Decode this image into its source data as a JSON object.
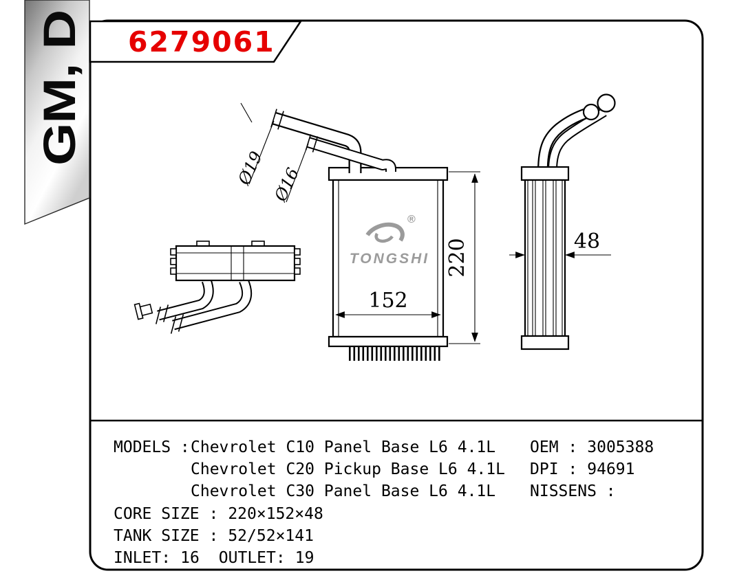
{
  "title_block": {
    "part_number": "6279061",
    "part_number_color": "#e60000"
  },
  "banner": {
    "text": "GM, D"
  },
  "logo": {
    "name": "TONGSHI",
    "registered_mark": "®",
    "color": "#9b9b9b"
  },
  "drawing": {
    "dim_core_width": "152",
    "dim_core_height": "220",
    "dim_core_depth": "48",
    "pipe_diameter_large": "Ø19",
    "pipe_diameter_small": "Ø16"
  },
  "specs": {
    "models_label": "MODELS :",
    "models": [
      "Chevrolet C10 Panel Base L6 4.1L",
      "Chevrolet C20 Pickup Base L6 4.1L",
      "Chevrolet C30 Panel Base L6 4.1L"
    ],
    "right_rows": [
      {
        "label": "OEM :",
        "value": "3005388"
      },
      {
        "label": "DPI :",
        "value": "94691"
      },
      {
        "label": "NISSENS :",
        "value": ""
      }
    ],
    "core_size_label": "CORE SIZE :",
    "core_size_value": "220×152×48",
    "tank_size_label": "TANK SIZE :",
    "tank_size_value": "52/52×141",
    "inlet_label": "INLET:",
    "inlet_value": "16",
    "outlet_label": "OUTLET:",
    "outlet_value": "19"
  }
}
